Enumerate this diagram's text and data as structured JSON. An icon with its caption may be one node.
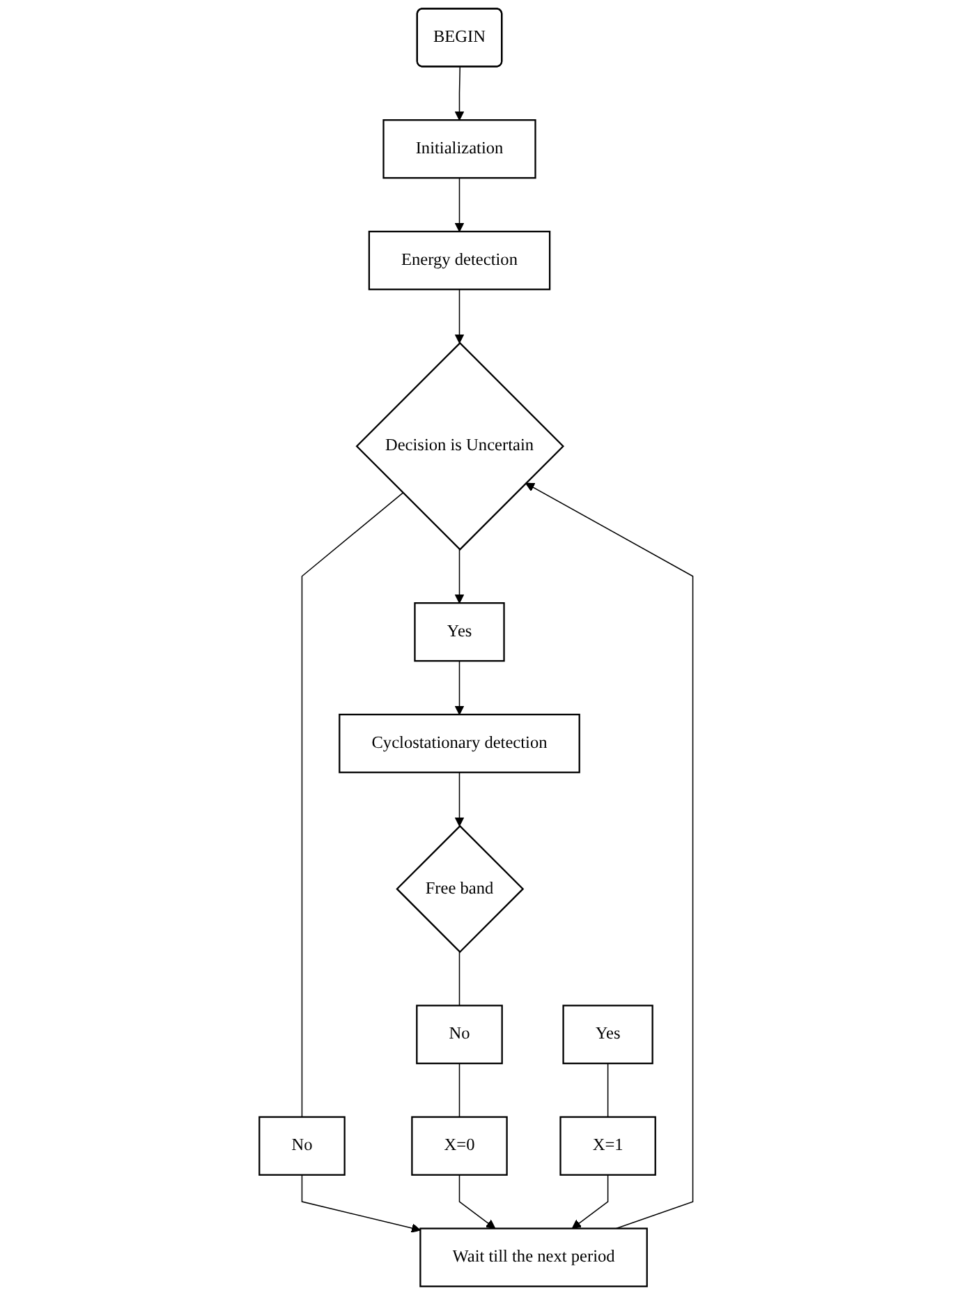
{
  "diagram": {
    "nodes": [
      {
        "text": [
          "BEGIN"
        ]
      },
      {
        "text": [
          "Initialization"
        ]
      },
      {
        "text": [
          "Energy detection"
        ]
      },
      {
        "text": [
          "Decision is Uncertain"
        ]
      },
      {
        "text": [
          "No"
        ]
      },
      {
        "text": [
          "Yes"
        ]
      },
      {
        "text": [
          "Cyclostationary detection"
        ]
      },
      {
        "text": [
          "Free band"
        ]
      },
      {
        "text": [
          "No"
        ]
      },
      {
        "text": [
          "Yes"
        ]
      },
      {
        "text": [
          "X=0"
        ]
      },
      {
        "text": [
          "X=1"
        ]
      },
      {
        "text": [
          "Wait till the next period"
        ]
      }
    ],
    "edges": [
      {
        "from": 0,
        "to": 1,
        "arrow": "to"
      },
      {
        "from": 1,
        "to": 2,
        "arrow": "to"
      },
      {
        "from": 2,
        "to": 3,
        "arrow": "to"
      },
      {
        "from": 3,
        "to": 4,
        "arrow": "none"
      },
      {
        "from": 4,
        "to": 12,
        "arrow": "to"
      },
      {
        "from": 3,
        "to": 5,
        "arrow": "to"
      },
      {
        "from": 5,
        "to": 6,
        "arrow": "to"
      },
      {
        "from": 6,
        "to": 7,
        "arrow": "to"
      },
      {
        "from": 7,
        "to": 8,
        "arrow": "none"
      },
      {
        "from": 8,
        "to": 10,
        "arrow": "none"
      },
      {
        "from": 9,
        "to": 11,
        "arrow": "none"
      },
      {
        "from": 10,
        "to": 12,
        "arrow": "to"
      },
      {
        "from": 11,
        "to": 12,
        "arrow": "to"
      },
      {
        "from": 12,
        "to": 3,
        "arrow": "to"
      }
    ]
  }
}
